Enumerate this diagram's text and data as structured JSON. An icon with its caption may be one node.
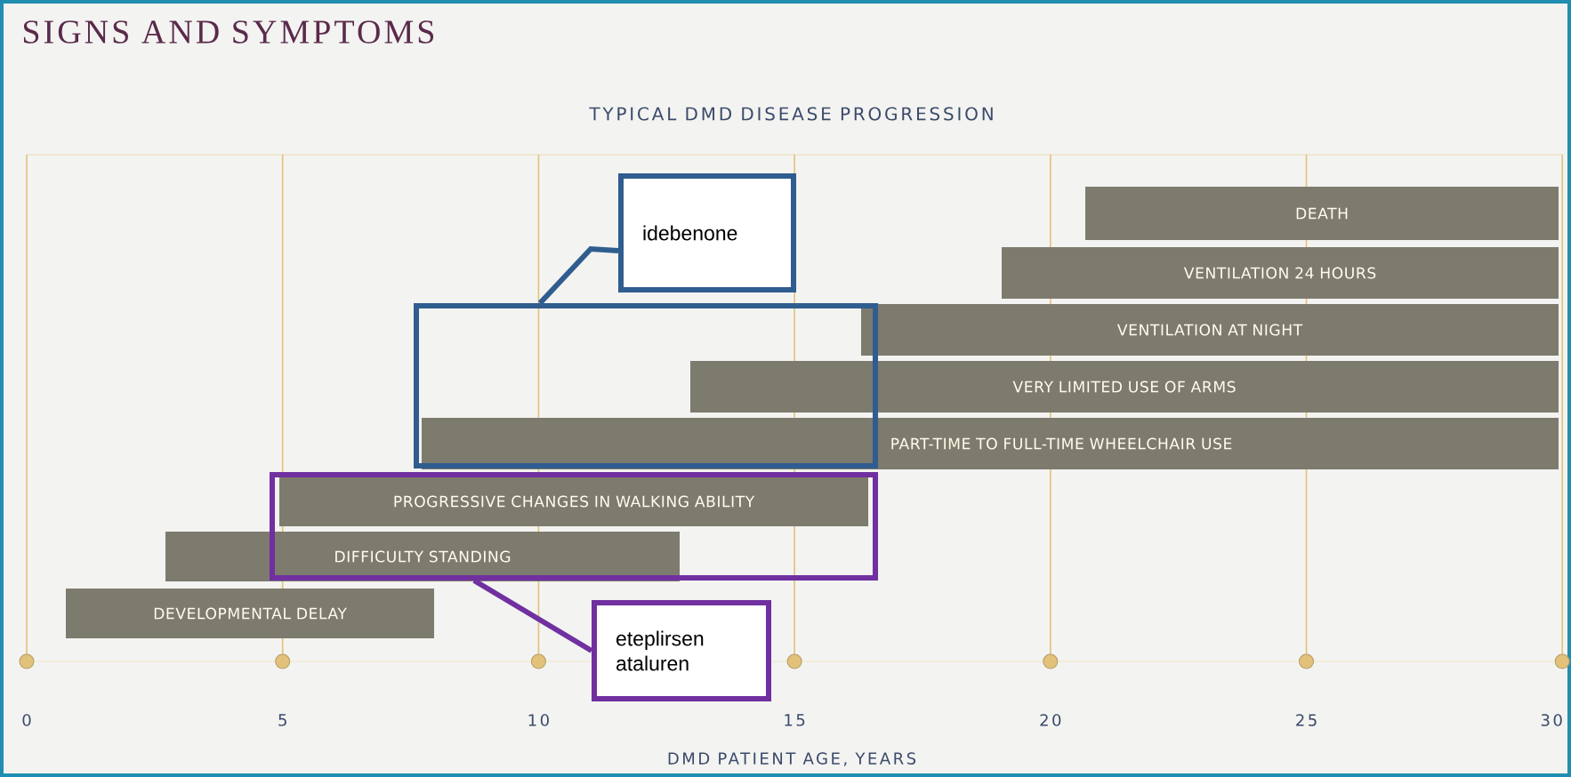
{
  "diagram": {
    "title": "SIGNS AND SYMPTOMS",
    "nodes": [
      {
        "text": [
          "idebenone"
        ]
      },
      {
        "text": [
          "DEATH"
        ]
      },
      {
        "text": [
          "VENTILATION 24 HOURS"
        ]
      },
      {
        "text": [
          "VENTILATION AT NIGHT"
        ]
      },
      {
        "text": [],
        "shape": "box"
      },
      {
        "text": [
          "VERY LIMITED USE OF ARMS"
        ]
      },
      {
        "text": [
          "PART-TIME TO FULL-TIME WHEELCHAIR USE"
        ]
      },
      {
        "text": [],
        "shape": "box"
      },
      {
        "text": [
          "PROGRESSIVE CHANGES IN WALKING ABILITY"
        ],
        "in": 7
      },
      {
        "text": [
          "DIFFICULTY STANDING"
        ]
      },
      {
        "text": [
          "DEVELOPMENTAL DELAY"
        ]
      },
      {
        "text": [
          "eteplirsen",
          "ataluren"
        ]
      }
    ],
    "edges": [
      {
        "from": 0,
        "to": 4,
        "arrow": "none"
      },
      {
        "from": 11,
        "to": 7,
        "arrow": "none"
      }
    ],
    "labels": [
      "TYPICAL DMD DISEASE PROGRESSION",
      "0",
      "5",
      "10",
      "15",
      "20",
      "25",
      "30",
      "DMD PATIENT AGE, YEARS"
    ]
  }
}
